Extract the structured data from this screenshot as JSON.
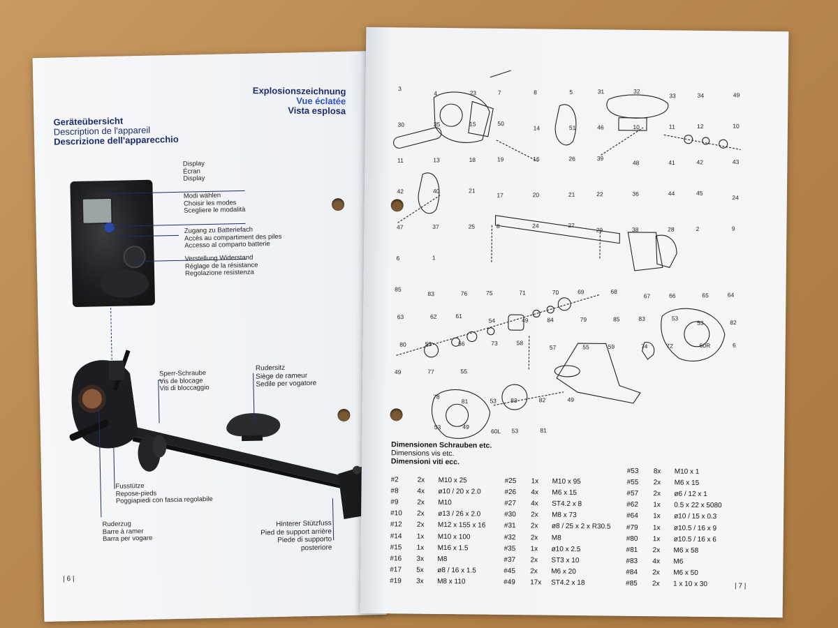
{
  "left_page": {
    "overview_title": [
      "Geräteübersicht",
      "Description de l'appareil",
      "Descrizione dell'apparecchio"
    ],
    "callouts": {
      "display": [
        "Display",
        "Écran",
        "Display"
      ],
      "modes": [
        "Modi wählen",
        "Choisir les modes",
        "Scegliere le modalità"
      ],
      "battery": [
        "Zugang zu Batteriefach",
        "Accès au compartiment des piles",
        "Accesso al comparto batterie"
      ],
      "resistance": [
        "Verstellung Widerstand",
        "Réglage de la résistance",
        "Regolazione resistenza"
      ],
      "lock_screw": [
        "Sperr-Schraube",
        "Vis de blocage",
        "Viti di bloccaggio"
      ],
      "seat": [
        "Rudersitz",
        "Siège de rameur",
        "Sedile per vogatore"
      ],
      "footrest": [
        "Fusstütze",
        "Repose-pieds",
        "Poggiapiedi con fascia regolabile"
      ],
      "pull_bar": [
        "Ruderzug",
        "Barre à ramer",
        "Barra per vogare"
      ],
      "rear_foot": [
        "Hinterer Stützfuss",
        "Pied de support arrière",
        "Piede di supporto posteriore"
      ]
    },
    "page_number": "| 6 |"
  },
  "right_page": {
    "exploded_title": [
      "Explosionszeichnung",
      "Vue éclatée",
      "Vista esplosa"
    ],
    "dimensions_title": [
      "Dimensionen Schrauben etc.",
      "Dimensions vis etc.",
      "Dimensioni viti ecc."
    ],
    "columns": [
      [
        {
          "code": "#2",
          "qty": "2x",
          "spec": "M10 x 25"
        },
        {
          "code": "#8",
          "qty": "4x",
          "spec": "ø10 / 20 x 2.0"
        },
        {
          "code": "#9",
          "qty": "2x",
          "spec": "M10"
        },
        {
          "code": "#10",
          "qty": "2x",
          "spec": "ø13 / 26 x 2.0"
        },
        {
          "code": "#12",
          "qty": "2x",
          "spec": "M12 x 155 x 16"
        },
        {
          "code": "#14",
          "qty": "1x",
          "spec": "M10 x 100"
        },
        {
          "code": "#15",
          "qty": "1x",
          "spec": "M16 x 1.5"
        },
        {
          "code": "#16",
          "qty": "3x",
          "spec": "M8"
        },
        {
          "code": "#17",
          "qty": "5x",
          "spec": "ø8 / 16 x 1.5"
        },
        {
          "code": "#19",
          "qty": "3x",
          "spec": "M8 x 110"
        }
      ],
      [
        {
          "code": "#25",
          "qty": "1x",
          "spec": "M10 x 95"
        },
        {
          "code": "#26",
          "qty": "4x",
          "spec": "M6 x 15"
        },
        {
          "code": "#27",
          "qty": "4x",
          "spec": "ST4.2 x 8"
        },
        {
          "code": "#30",
          "qty": "2x",
          "spec": "M8 x 73"
        },
        {
          "code": "#31",
          "qty": "2x",
          "spec": "ø8 / 25 x 2 x R30.5"
        },
        {
          "code": "#32",
          "qty": "2x",
          "spec": "M8"
        },
        {
          "code": "#35",
          "qty": "1x",
          "spec": "ø10 x 2.5"
        },
        {
          "code": "#37",
          "qty": "2x",
          "spec": "ST3 x 10"
        },
        {
          "code": "#45",
          "qty": "2x",
          "spec": "M6 x 20"
        },
        {
          "code": "#49",
          "qty": "17x",
          "spec": "ST4.2 x 18"
        }
      ],
      [
        {
          "code": "#53",
          "qty": "8x",
          "spec": "M10 x 1"
        },
        {
          "code": "#55",
          "qty": "2x",
          "spec": "M6 x 15"
        },
        {
          "code": "#57",
          "qty": "2x",
          "spec": "ø6 / 12 x 1"
        },
        {
          "code": "#62",
          "qty": "1x",
          "spec": "0.5 x 22 x 5080"
        },
        {
          "code": "#64",
          "qty": "1x",
          "spec": "ø10 / 15 x 0.3"
        },
        {
          "code": "#79",
          "qty": "1x",
          "spec": "ø10.5 / 16 x 9"
        },
        {
          "code": "#80",
          "qty": "1x",
          "spec": "ø10.5 / 16 x 6"
        },
        {
          "code": "#81",
          "qty": "2x",
          "spec": "M6 x 58"
        },
        {
          "code": "#83",
          "qty": "4x",
          "spec": "M6"
        },
        {
          "code": "#84",
          "qty": "2x",
          "spec": "M6 x 50"
        },
        {
          "code": "#85",
          "qty": "2x",
          "spec": "1 x 10 x 30"
        }
      ]
    ],
    "page_number": "| 7 |",
    "part_numbers_top": [
      "3",
      "4",
      "23",
      "7",
      "8",
      "5",
      "31",
      "32",
      "33",
      "34",
      "49",
      "30",
      "35",
      "15",
      "50",
      "14",
      "51",
      "46",
      "10",
      "11",
      "12",
      "10",
      "11",
      "13",
      "18",
      "19",
      "16",
      "26",
      "39",
      "48",
      "41",
      "42",
      "43",
      "42",
      "40",
      "21",
      "17",
      "20",
      "21",
      "22",
      "36",
      "44",
      "45",
      "24",
      "47",
      "37",
      "25",
      "8",
      "24",
      "27",
      "29",
      "38",
      "28",
      "2",
      "9",
      "6",
      "1"
    ],
    "part_numbers_mid": [
      "85",
      "83",
      "76",
      "75",
      "71",
      "70",
      "69",
      "68",
      "67",
      "66",
      "65",
      "64",
      "63",
      "62",
      "61",
      "54",
      "49",
      "84",
      "79",
      "85",
      "83",
      "53",
      "53",
      "82",
      "80",
      "53",
      "56",
      "73",
      "58",
      "57",
      "55",
      "59",
      "74",
      "72",
      "60R",
      "6",
      "49",
      "77",
      "55"
    ],
    "part_numbers_bottom": [
      "78",
      "81",
      "53",
      "83",
      "82",
      "49",
      "53",
      "49",
      "60L",
      "53",
      "81"
    ]
  }
}
